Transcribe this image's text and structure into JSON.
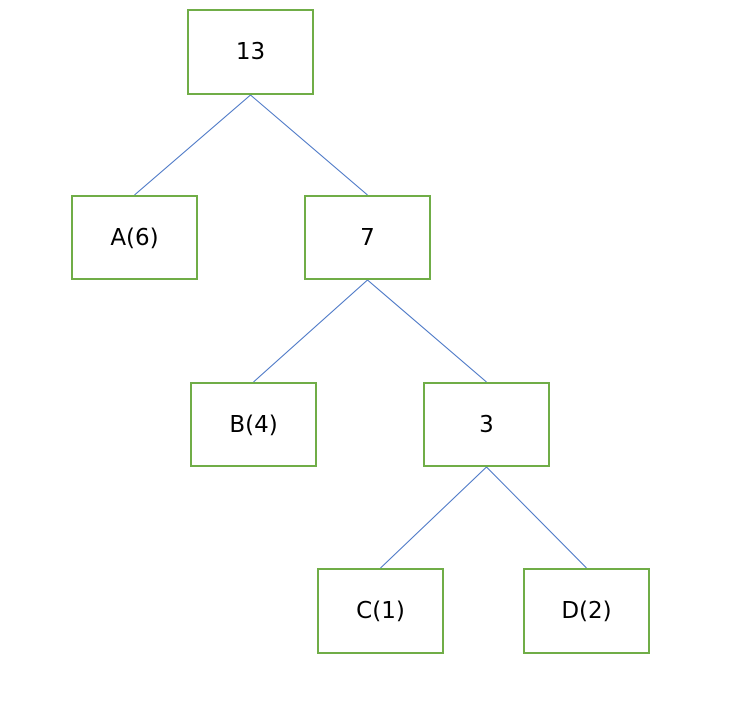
{
  "nodes": {
    "root": {
      "label": "13"
    },
    "a": {
      "label": "A(6)"
    },
    "n7": {
      "label": "7"
    },
    "b": {
      "label": "B(4)"
    },
    "n3": {
      "label": "3"
    },
    "c": {
      "label": "C(1)"
    },
    "d": {
      "label": "D(2)"
    }
  },
  "edges": [
    [
      "root",
      "a"
    ],
    [
      "root",
      "n7"
    ],
    [
      "n7",
      "b"
    ],
    [
      "n7",
      "n3"
    ],
    [
      "n3",
      "c"
    ],
    [
      "n3",
      "d"
    ]
  ],
  "colors": {
    "node_border": "#70ad47",
    "edge": "#4472c4"
  }
}
